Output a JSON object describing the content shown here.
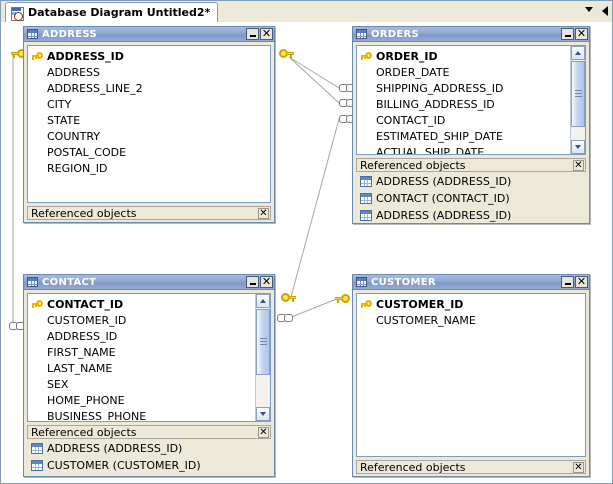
{
  "tab": {
    "label": "Database Diagram Untitled2*",
    "icon": "diagram-document-icon",
    "dropdown_icon": "chevron-down-icon",
    "nav_icon": "left-arrow-icon"
  },
  "window_controls": {
    "minimize_label": "_",
    "close_label": "✕"
  },
  "referenced_objects_label": "Referenced objects",
  "referenced_close_label": "✕",
  "colors": {
    "titlebar": "#8fa6ce",
    "titlebar_text": "#ffffff",
    "window_face": "#ece9d8",
    "canvas": "#ffffff",
    "border": "#6a8bb0",
    "connector": "#a8a89a",
    "key_icon": "#ffd42a"
  },
  "tables": [
    {
      "name": "ADDRESS",
      "fields": [
        {
          "name": "ADDRESS_ID",
          "pk": true
        },
        {
          "name": "ADDRESS",
          "pk": false
        },
        {
          "name": "ADDRESS_LINE_2",
          "pk": false
        },
        {
          "name": "CITY",
          "pk": false
        },
        {
          "name": "STATE",
          "pk": false
        },
        {
          "name": "COUNTRY",
          "pk": false
        },
        {
          "name": "POSTAL_CODE",
          "pk": false
        },
        {
          "name": "REGION_ID",
          "pk": false
        }
      ],
      "scrollbar": false,
      "referenced_objects": []
    },
    {
      "name": "ORDERS",
      "fields": [
        {
          "name": "ORDER_ID",
          "pk": true
        },
        {
          "name": "ORDER_DATE",
          "pk": false
        },
        {
          "name": "SHIPPING_ADDRESS_ID",
          "pk": false
        },
        {
          "name": "BILLING_ADDRESS_ID",
          "pk": false
        },
        {
          "name": "CONTACT_ID",
          "pk": false
        },
        {
          "name": "ESTIMATED_SHIP_DATE",
          "pk": false
        },
        {
          "name": "ACTUAL_SHIP_DATE",
          "pk": false
        }
      ],
      "scrollbar": true,
      "referenced_objects": [
        "ADDRESS (ADDRESS_ID)",
        "CONTACT (CONTACT_ID)",
        "ADDRESS (ADDRESS_ID)"
      ]
    },
    {
      "name": "CONTACT",
      "fields": [
        {
          "name": "CONTACT_ID",
          "pk": true
        },
        {
          "name": "CUSTOMER_ID",
          "pk": false
        },
        {
          "name": "ADDRESS_ID",
          "pk": false
        },
        {
          "name": "FIRST_NAME",
          "pk": false
        },
        {
          "name": "LAST_NAME",
          "pk": false
        },
        {
          "name": "SEX",
          "pk": false
        },
        {
          "name": "HOME_PHONE",
          "pk": false
        },
        {
          "name": "BUSINESS_PHONE",
          "pk": false
        }
      ],
      "scrollbar": true,
      "referenced_objects": [
        "ADDRESS (ADDRESS_ID)",
        "CUSTOMER (CUSTOMER_ID)"
      ]
    },
    {
      "name": "CUSTOMER",
      "fields": [
        {
          "name": "CUSTOMER_ID",
          "pk": true
        },
        {
          "name": "CUSTOMER_NAME",
          "pk": false
        }
      ],
      "scrollbar": false,
      "referenced_objects": []
    }
  ]
}
